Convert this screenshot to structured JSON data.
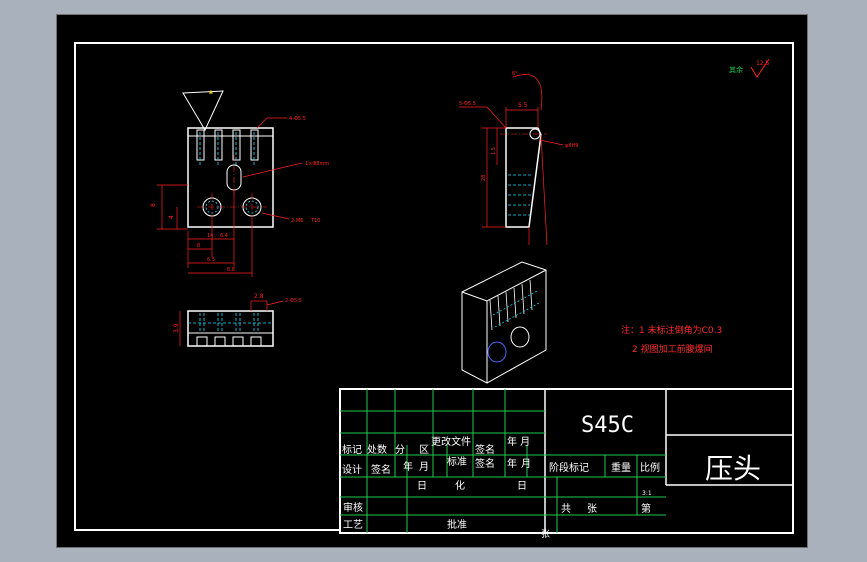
{
  "drawing": {
    "colors": {
      "background": "#000000",
      "frame": "#ffffff",
      "outline": "#ffffff",
      "dimension": "#ff2020",
      "hidden": "#19e0ff",
      "titleblock_grid": "#21c84d",
      "titleblock_text": "#ffffff",
      "note_text": "#ff2a2a",
      "accent_blue": "#4a6bff",
      "leader_yellow": "#e8d400"
    },
    "roughness": {
      "prefix": "其余",
      "value": "12.5"
    },
    "front_view": {
      "hole_callout_top": "4-Φ5.5",
      "slot_callout": "1×Φ8mm",
      "thread_callout": "2-M6",
      "thread_depth": "T10",
      "dim_height": "8",
      "dim_left": "4",
      "dim_h1": "8",
      "dim_h2": "14",
      "dim_h3": "6.4",
      "dim_w1": "6.5",
      "dim_w2": "8.8"
    },
    "side_view": {
      "callout_top_left": "5-Φ5.5",
      "callout_hole": "φ8H9",
      "dim_top": "5.5",
      "dim_angle": "6°",
      "dim_h1": "1.5",
      "dim_h2": "28"
    },
    "bottom_view": {
      "dim_width": "2.8",
      "callout": "2-Φ5.5",
      "dim_height": "3.9"
    },
    "notes": {
      "line1": "注：1 未标注倒角为C0.3",
      "line2": "2 视图加工前腹爆间"
    }
  },
  "title_block": {
    "material": "S45C",
    "part_name": "压头",
    "headers_row1": [
      "标记",
      "处数",
      "分",
      "区",
      "更改文件",
      "签名",
      "年 月"
    ],
    "headers_row2": [
      "设计",
      "签名",
      "年",
      "月",
      "日",
      "标准",
      "化",
      "签名",
      "年",
      "月",
      "日"
    ],
    "stage_label": "阶段标记",
    "weight_label": "重量",
    "scale_label": "比例",
    "scale_value": "3:1",
    "review_label": "审核",
    "process_label": "工艺",
    "approve_label": "批准",
    "total_label": "共",
    "sheet_label": "张",
    "page_label": "第",
    "page_sheet_label": "张"
  }
}
